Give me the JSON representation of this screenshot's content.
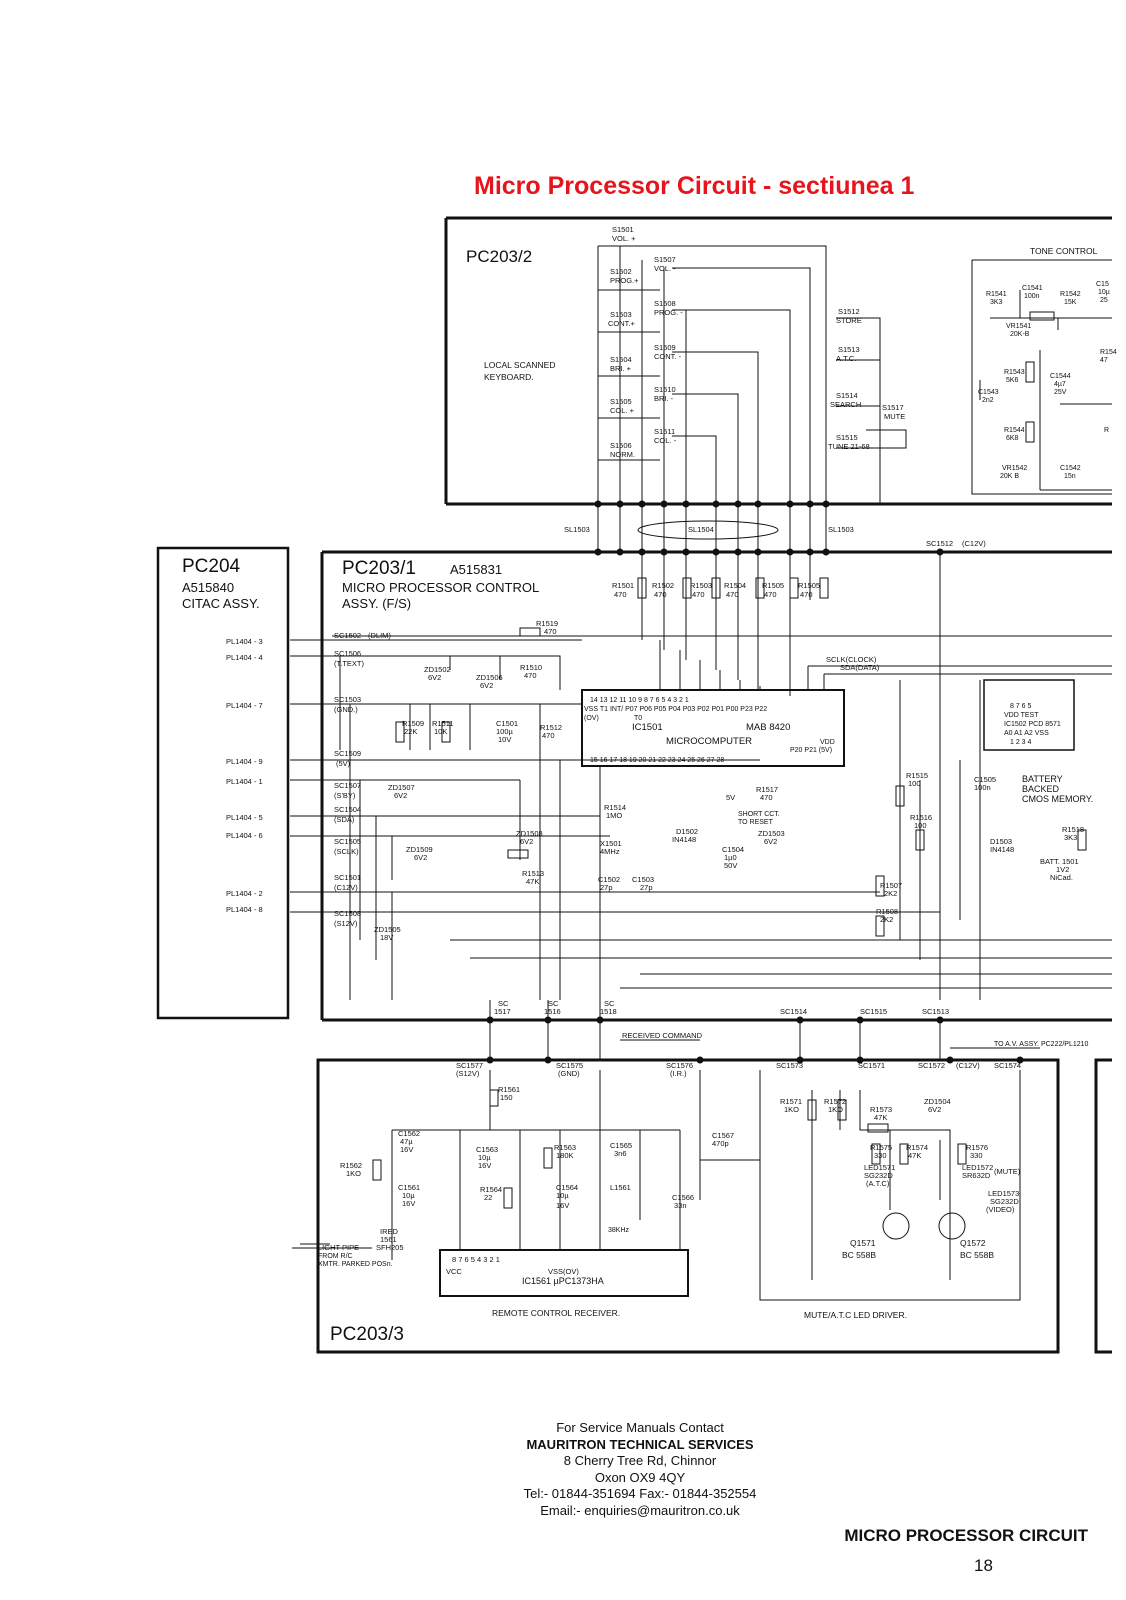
{
  "page": {
    "title": "Micro Processor Circuit - sectiunea 1",
    "footer_title": "MICRO PROCESSOR CIRCUIT",
    "page_number": "18"
  },
  "contact": {
    "line1": "For Service Manuals Contact",
    "line2": "MAURITRON TECHNICAL SERVICES",
    "line3": "8 Cherry Tree Rd, Chinnor",
    "line4": "Oxon OX9 4QY",
    "line5": "Tel:- 01844-351694 Fax:- 01844-352554",
    "line6": "Email:- enquiries@mauritron.co.uk"
  },
  "boards": {
    "kbd": "PC203/2",
    "pc204": "PC204",
    "pc204_code": "A515840",
    "pc204_name": "CITAC ASSY.",
    "main": "PC203/1",
    "main_code": "A515831",
    "main_name1": "MICRO PROCESSOR CONTROL",
    "main_name2": "ASSY. (F/S)",
    "rc": "PC203/3"
  },
  "keyboard": {
    "label1": "LOCAL SCANNED",
    "label2": "KEYBOARD.",
    "tone": "TONE CONTROL",
    "sw_left": [
      {
        "ref": "S1501",
        "fn": "VOL. +"
      },
      {
        "ref": "S1502",
        "fn": "PROG.+"
      },
      {
        "ref": "S1503",
        "fn": "CONT.+"
      },
      {
        "ref": "S1504",
        "fn": "BRI. +"
      },
      {
        "ref": "S1505",
        "fn": "COL. +"
      },
      {
        "ref": "S1506",
        "fn": "NORM."
      }
    ],
    "sw_mid": [
      {
        "ref": "S1507",
        "fn": "VOL. -"
      },
      {
        "ref": "S1508",
        "fn": "PROG. -"
      },
      {
        "ref": "S1509",
        "fn": "CONT. -"
      },
      {
        "ref": "S1510",
        "fn": "BRI. -"
      },
      {
        "ref": "S1511",
        "fn": "COL. -"
      }
    ],
    "sw_right": [
      {
        "ref": "S1512",
        "fn": "STORE"
      },
      {
        "ref": "S1513",
        "fn": "A.T.C."
      },
      {
        "ref": "S1514",
        "fn": "SEARCH"
      },
      {
        "ref": "S1515",
        "fn": "TUNE 21-68"
      }
    ],
    "mute_ref": "S1517",
    "mute_fn": "MUTE"
  },
  "tone": {
    "r1541": "R1541",
    "r1541v": "3K3",
    "c1541": "C1541",
    "c1541v": "100n",
    "r1542": "R1542",
    "r1542v": "15K",
    "c15": "C15",
    "c15v1": "10µ",
    "c15v2": "25",
    "vr1541": "VR1541",
    "vr1541v": "20K-B",
    "r154": "R154",
    "r154v": "47",
    "r1543": "R1543",
    "r1543v": "5K6",
    "c1544": "C1544",
    "c1544v1": "4µ7",
    "c1544v2": "25V",
    "c1543": "C1543",
    "c1543v": "2n2",
    "r1544": "R1544",
    "r1544v": "6K8",
    "vr1542": "VR1542",
    "vr1542v": "20K B",
    "c1542": "C1542",
    "c1542v": "15n",
    "rcut": "R"
  },
  "connectors": {
    "sl1503a": "SL1503",
    "sl1504": "SL1504",
    "sl1503b": "SL1503",
    "sc1512": "SC1512",
    "sc1512v": "(C12V)"
  },
  "pullups": [
    {
      "ref": "R1501",
      "val": "470"
    },
    {
      "ref": "R1502",
      "val": "470"
    },
    {
      "ref": "R1503",
      "val": "470"
    },
    {
      "ref": "R1504",
      "val": "470"
    },
    {
      "ref": "R1505",
      "val": "470"
    },
    {
      "ref": "R1505",
      "val": "470"
    }
  ],
  "pl_pins": [
    "PL1404 - 3",
    "PL1404 - 4",
    "PL1404 - 7",
    "PL1404 - 9",
    "PL1404 - 1",
    "PL1404 - 5",
    "PL1404 - 6",
    "PL1404 - 2",
    "PL1404 - 8"
  ],
  "sc_left": [
    {
      "ref": "SC1502",
      "sig": "(DLIM)"
    },
    {
      "ref": "SC1506",
      "sig": "(T.TEXT)"
    },
    {
      "ref": "SC1503",
      "sig": "(GND.)"
    },
    {
      "ref": "SC1509",
      "sig": "(5V)"
    },
    {
      "ref": "SC1507",
      "sig": "(S'BY)"
    },
    {
      "ref": "SC1504",
      "sig": "(SDA)"
    },
    {
      "ref": "SC1505",
      "sig": "(SCLK)"
    },
    {
      "ref": "SC1501",
      "sig": "(C12V)"
    },
    {
      "ref": "SC1508",
      "sig": "(S12V)"
    }
  ],
  "main": {
    "r1519": "R1519",
    "r1519v": "470",
    "r1510": "R1510",
    "r1510v": "470",
    "zd1502": "ZD1502",
    "zd1502v": "6V2",
    "zd1506": "ZD1506",
    "zd1506v": "6V2",
    "r1509": "R1509",
    "r1509v": "22K",
    "r1511": "R1511",
    "r1511v": "10K",
    "c1501": "C1501",
    "c1501v1": "100µ",
    "c1501v2": "10V",
    "r1512": "R1512",
    "r1512v": "470",
    "zd1507": "ZD1507",
    "zd1507v": "6V2",
    "zd1508": "ZD1508",
    "zd1508v": "6V2",
    "zd1509": "ZD1509",
    "zd1509v": "6V2",
    "r1513": "R1513",
    "r1513v": "47K",
    "zd1505": "ZD1505",
    "zd1505v": "18V",
    "r1514": "R1514",
    "r1514v": "1MO",
    "x1501": "X1501",
    "x1501v": "4MHz",
    "c1502": "C1502",
    "c1502v": "27p",
    "c1503": "C1503",
    "c1503v": "27p",
    "d1502": "D1502",
    "d1502v": "IN4148",
    "r1517": "R1517",
    "r1517v": "470",
    "v5": "5V",
    "short1": "SHORT CCT.",
    "short2": "TO RESET",
    "zd1503": "ZD1503",
    "zd1503v": "6V2",
    "c1504": "C1504",
    "c1504v1": "1µ0",
    "c1504v2": "50V",
    "r1515": "R1515",
    "r1515v": "100",
    "r1516": "R1516",
    "r1516v": "100",
    "r1507": "R1507",
    "r1507v": "2K2",
    "r1508": "R1508",
    "r1508v": "2K2",
    "d1503": "D1503",
    "d1503v": "IN4148",
    "r1518": "R1518",
    "r1518v": "3K3",
    "batt": "BATT. 1501",
    "battv1": "1V2",
    "battv2": "NiCad.",
    "sclk": "SCLK(CLOCK)",
    "sda": "SDA(DATA)",
    "c1505": "C1505",
    "c1505v": "100n",
    "bb1": "BATTERY",
    "bb2": "BACKED",
    "bb3": "CMOS MEMORY.",
    "mem_pins_top": "8   7   6   5",
    "mem_l1": "VDD TEST",
    "mem_l2": "IC1502  PCD 8571",
    "mem_l3": "A0  A1  A2  VSS",
    "mem_pins_bot": "1   2   3   4",
    "sc1517": "SC",
    "sc1517b": "1517",
    "sc1516": "SC",
    "sc1516b": "1516",
    "sc1518": "SC",
    "sc1518b": "1518",
    "sc1514": "SC1514",
    "sc1515": "SC1515",
    "sc1513": "SC1513"
  },
  "ic1501": {
    "pins_top": "14  13  12  11  10   9    8    7    6    5    4    3    2    1",
    "names": "VSS  T1  INT/ P07 P06 P05 P04 P03 P02 P01 P00      P23  P22",
    "to": "T0",
    "ov": "(OV)",
    "ref": "IC1501",
    "part": "MAB 8420",
    "desc": "MICROCOMPUTER",
    "vdd": "VDD",
    "p20": "P20  P21 (5V)",
    "pins_bot": "15   16   17   18   19   20   21   22   23   24   25   26   27   28"
  },
  "rc": {
    "received": "RECEIVED COMMAND",
    "toav": "TO A.V. ASSY. PC222/PL1210",
    "sc1577": "SC1577",
    "sc1577v": "(S12V)",
    "sc1575": "SC1575",
    "sc1575v": "(GND)",
    "sc1576": "SC1576",
    "sc1576v": "(I.R.)",
    "sc1573": "SC1573",
    "sc1571": "SC1571",
    "sc1572": "SC1572",
    "sc1572v": "(C12V)",
    "sc1574": "SC1574",
    "r1561": "R1561",
    "r1561v": "150",
    "c1562": "C1562",
    "c1562v1": "47µ",
    "c1562v2": "16V",
    "r1562": "R1562",
    "r1562v": "1KO",
    "c1561": "C1561",
    "c1561v1": "10µ",
    "c1561v2": "16V",
    "ired1": "IRED",
    "ired2": "1561",
    "ired3": "SFH205",
    "lp1": "LIGHT PIPE",
    "lp2": "FROM R/C",
    "lp3": "XMTR. PARKED POSn.",
    "c1563": "C1563",
    "c1563v1": "10µ",
    "c1563v2": "16V",
    "r1563": "R1563",
    "r1563v": "180K",
    "c1565": "C1565",
    "c1565v": "3n6",
    "c1567": "C1567",
    "c1567v": "470p",
    "r1564": "R1564",
    "r1564v": "22",
    "c1564": "C1564",
    "c1564v1": "10µ",
    "c1564v2": "16V",
    "l1561": "L1561",
    "c1566": "C1566",
    "c1566v": "33n",
    "khz": "38KHz",
    "ic_pins": "8        7        6        5        4            3                    2        1",
    "vcc": "VCC",
    "vss": "VSS(OV)",
    "ic_ref": "IC1561  µPC1373HA",
    "rcr": "REMOTE CONTROL RECEIVER.",
    "r1571": "R1571",
    "r1571v": "1KO",
    "r1572": "R1572",
    "r1572v": "1KO",
    "r1573": "R1573",
    "r1573v": "47K",
    "zd1504": "ZD1504",
    "zd1504v": "6V2",
    "r1575": "R1575",
    "r1575v": "330",
    "r1574": "R1574",
    "r1574v": "47K",
    "r1576": "R1576",
    "r1576v": "330",
    "led1571": "LED1571",
    "led1571v": "SG232D",
    "led1571f": "(A.T.C)",
    "led1572": "LED1572",
    "led1572f": "(MUTE)",
    "led1572v": "SR632D",
    "led1573": "LED1573",
    "led1573v": "SG232D",
    "led1573f": "(VIDEO)",
    "q1571": "Q1571",
    "q1571v": "BC 558B",
    "q1572": "Q1572",
    "q1572v": "BC 558B",
    "mute": "MUTE/A.T.C LED DRIVER."
  }
}
